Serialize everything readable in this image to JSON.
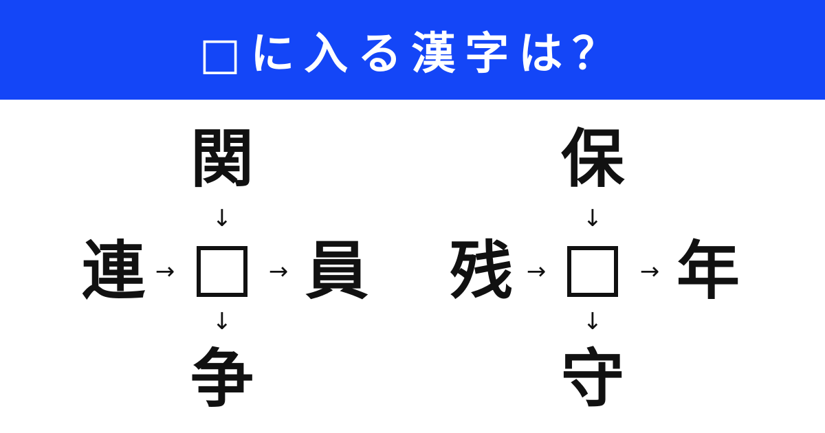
{
  "header": {
    "title": "□に入る漢字は？"
  },
  "puzzles": [
    {
      "top": "関",
      "left": "連",
      "right": "員",
      "bottom": "争"
    },
    {
      "top": "保",
      "left": "残",
      "right": "年",
      "bottom": "守"
    }
  ],
  "arrows": {
    "down": "↓",
    "right": "→"
  },
  "colors": {
    "header_bg": "#1446f7",
    "text": "#111111"
  }
}
